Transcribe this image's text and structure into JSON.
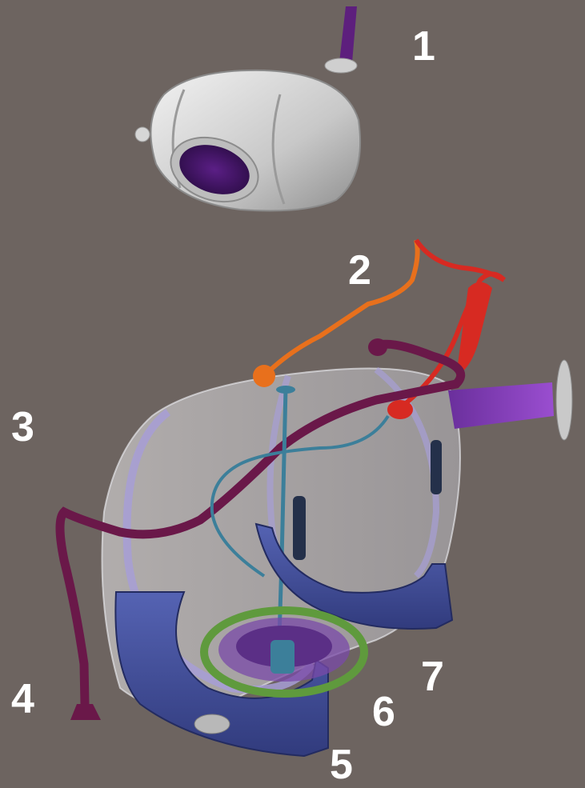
{
  "callouts": [
    {
      "id": "c1",
      "label": "1"
    },
    {
      "id": "c2",
      "label": "2"
    },
    {
      "id": "c3",
      "label": "3"
    },
    {
      "id": "c4",
      "label": "4"
    },
    {
      "id": "c5",
      "label": "5"
    },
    {
      "id": "c6",
      "label": "6"
    },
    {
      "id": "c7",
      "label": "7"
    }
  ],
  "colors": {
    "background": "#6d6460",
    "inner_tank": "#d6d6d6",
    "outer_tank": "#d9d9dc",
    "cradle": "#3f4a95",
    "hose_purple": "#6a1849",
    "hose_orange": "#e8701c",
    "hose_red": "#d72a22",
    "hose_blue": "#3c7f9a",
    "gasket_green": "#5f9a3d",
    "outlet_violet": "#8a3fc0"
  }
}
